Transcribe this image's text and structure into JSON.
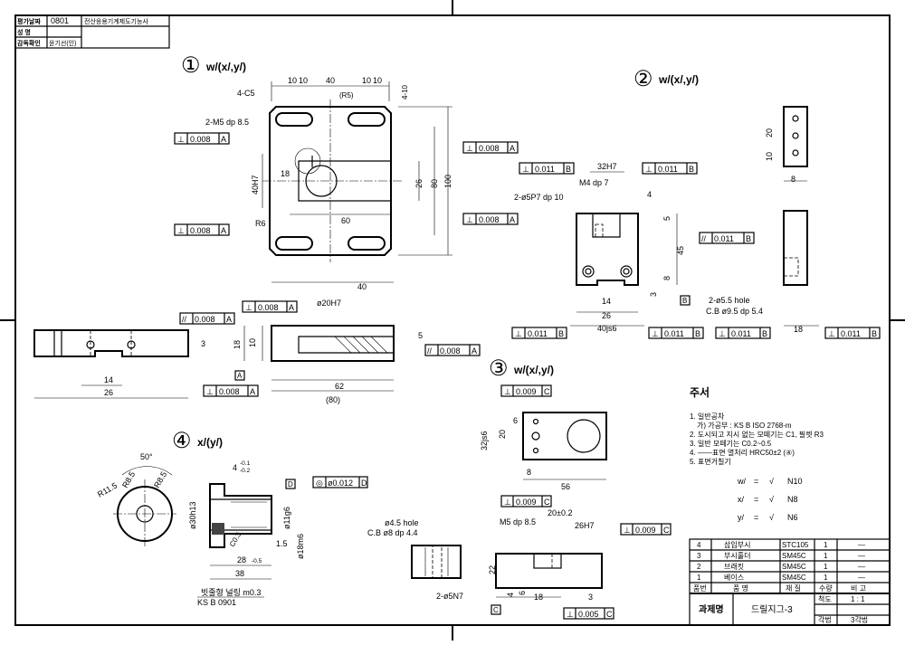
{
  "title_block": {
    "grade_date_label": "평가날짜",
    "grade_date_value": "0801",
    "exam_name": "전산응용기계제도기능사",
    "name_label": "성   명",
    "name_value": "",
    "supervisor_label": "감독확인",
    "supervisor_value": "윤기선(인)"
  },
  "views": {
    "v1_number": "①",
    "v1_finish": "w/(x/,y/)",
    "v2_number": "②",
    "v2_finish": "w/(x/,y/)",
    "v3_number": "③",
    "v3_finish": "w/(x/,y/)",
    "v4_number": "④",
    "v4_finish": "x/(y/)"
  },
  "dims_part1": {
    "d10a": "10",
    "d10b": "10",
    "d40": "40",
    "d10c": "10",
    "d10d": "10",
    "r5": "(R5)",
    "d4_10": "4-10",
    "c5": "4-C5",
    "m5": "2-M5 dp 8.5",
    "tol_a1": "0.008",
    "tol_a2": "0.008",
    "tol_a3": "0.008",
    "tol_a4": "0.008",
    "datum_a": "A",
    "d18": "18",
    "d40h7": "40H7",
    "r6": "R6",
    "d60": "60",
    "d26": "26",
    "d80": "80",
    "d100": "100"
  },
  "dims_part1_side": {
    "tol1": "0.008",
    "tol2": "0.008",
    "tol3": "0.008",
    "tol4": "0.008",
    "datum": "A",
    "d3": "3",
    "d14": "14",
    "d26": "26",
    "d40": "40",
    "d20h7": "ø20H7",
    "d18": "18",
    "d10": "10",
    "d5": "5",
    "d62": "62",
    "d80": "(80)"
  },
  "dims_part2": {
    "d32h7": "32H7",
    "tol1": "0.011",
    "tol2": "0.011",
    "tol3": "0.011",
    "tol4": "0.011",
    "tol5": "0.011",
    "tol6": "0.011",
    "tol7": "0.011",
    "datum_b": "B",
    "m4": "M4 dp 7",
    "p7": "2-ø5P7 dp 10",
    "d4": "4",
    "d5": "5",
    "d45": "45",
    "d8": "8",
    "d3": "3",
    "d14": "14",
    "d26": "26",
    "d40js6": "40js6",
    "hole": "2-ø5.5 hole",
    "cb": "C.B ø9.5 dp 5.4",
    "d20": "20",
    "d10": "10",
    "d8b": "8",
    "d18": "18"
  },
  "dims_part3": {
    "tol1": "0.009",
    "tol2": "0.009",
    "tol3": "0.009",
    "datum_c": "C",
    "d32js6": "32js6",
    "d20": "20",
    "d6": "6",
    "d8": "8",
    "d56": "56",
    "hole": "ø4.5 hole",
    "cb": "C.B ø8 dp 4.4",
    "n7": "2-ø5N7",
    "m5": "M5 dp 8.5",
    "d20pm": "20±0.2",
    "d26h7": "26H7",
    "d22": "22",
    "d4": "4",
    "d6b": "6",
    "d18": "18",
    "d3": "3",
    "tol4": "0.005"
  },
  "dims_part4": {
    "a50": "50°",
    "r115": "R11.5",
    "r85a": "R8.5",
    "r85b": "R8.5",
    "d4tol": "4",
    "d4sup": "-0.1",
    "d4sub": "-0.2",
    "d30h13": "ø30h13",
    "c0": "C0.3",
    "d11": "ø11g6",
    "d18m6": "ø18m6",
    "d15": "1.5",
    "d28": "28",
    "d28tol": "-0.5",
    "d38": "38",
    "datum_d": "D",
    "tol": "ø0.012",
    "knurl": "빗줄형 널링 m0.3",
    "ks": "KS B 0901"
  },
  "notes": {
    "heading": "주서",
    "n1": "1. 일반공차",
    "n1a": "가) 가공부 : KS B ISO 2768-m",
    "n2": "2. 도시되고 지시 없는 모떼기는 C1, 필렛 R3",
    "n3": "3. 일반 모떼기는 C0.2~0.5",
    "n4": "4. ——표면 열처리 HRC50±2 (④)",
    "n5": "5. 표면거칠기",
    "r1": "= ",
    "r1v": "N10",
    "r2v": "N8",
    "r3v": "N6"
  },
  "parts_table": {
    "rows": [
      {
        "no": "4",
        "name": "삽입부시",
        "material": "STC105",
        "qty": "1",
        "note": "—"
      },
      {
        "no": "3",
        "name": "부시홀더",
        "material": "SM45C",
        "qty": "1",
        "note": "—"
      },
      {
        "no": "2",
        "name": "브래킷",
        "material": "SM45C",
        "qty": "1",
        "note": "—"
      },
      {
        "no": "1",
        "name": "베이스",
        "material": "SM45C",
        "qty": "1",
        "note": "—"
      }
    ],
    "header": {
      "no": "품번",
      "name": "품   명",
      "material": "재 질",
      "qty": "수량",
      "note": "비 고"
    },
    "project_label": "과제명",
    "project_value": "드릴지그-3",
    "scale_label": "척도",
    "scale_value": "1 : 1",
    "proj_label": "각법",
    "proj_value": "3각법"
  }
}
